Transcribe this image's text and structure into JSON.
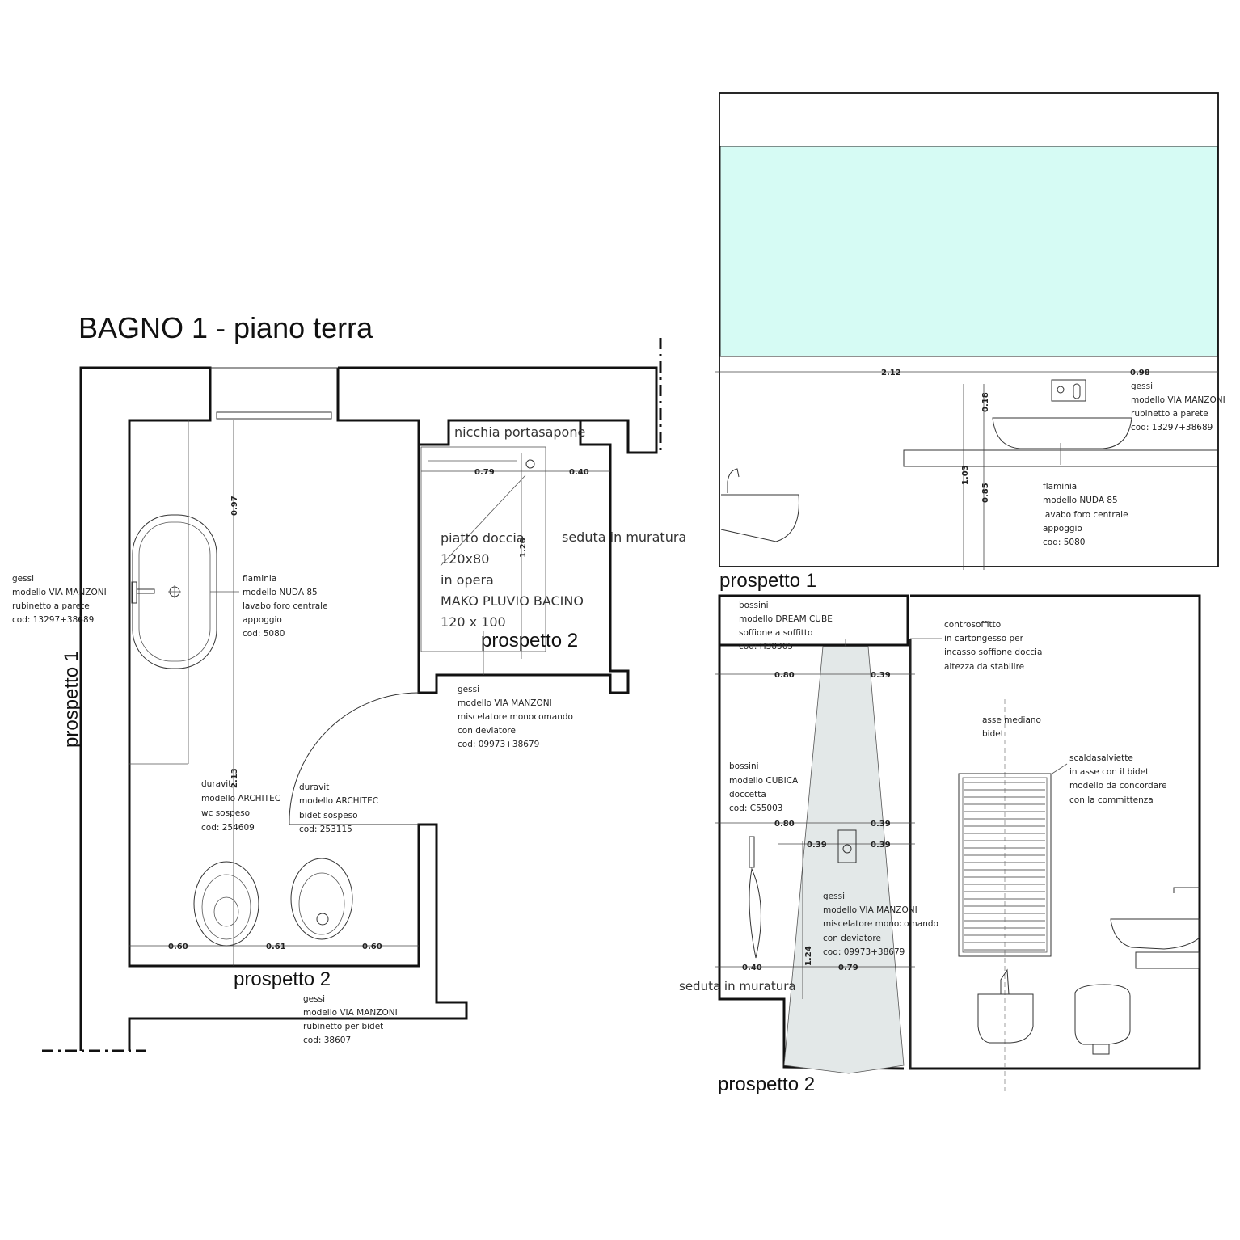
{
  "sheet": {
    "title": "BAGNO 1 - piano terra"
  },
  "plan": {
    "labels": {
      "prospetto1": "prospetto 1",
      "prospetto2_shower": "prospetto 2",
      "prospetto2_bottom": "prospetto 2",
      "nicchia": "nicchia portasapone",
      "seduta": "seduta in muratura"
    },
    "shower_tray": [
      "piatto doccia",
      "120x80",
      "in opera",
      "MAKO PLUVIO BACINO",
      "120 x 100"
    ],
    "notes": {
      "faucet_wall": [
        "gessi",
        "modello VIA MANZONI",
        "rubinetto a parete",
        "cod: 13297+38689"
      ],
      "basin": [
        "flaminia",
        "modello NUDA 85",
        "lavabo foro centrale",
        "appoggio",
        "cod: 5080"
      ],
      "shower_mixer": [
        "gessi",
        "modello VIA MANZONI",
        "miscelatore monocomando",
        "con deviatore",
        "cod: 09973+38679"
      ],
      "wc": [
        "duravit",
        "modello ARCHITEC",
        "wc sospeso",
        "cod: 254609"
      ],
      "bidet": [
        "duravit",
        "modello ARCHITEC",
        "bidet sospeso",
        "cod: 253115"
      ],
      "bidet_faucet": [
        "gessi",
        "modello VIA MANZONI",
        "rubinetto per bidet",
        "cod: 38607"
      ]
    },
    "dimensions": {
      "d097": "0.97",
      "d213": "2.13",
      "d079": "0.79",
      "d040": "0.40",
      "d120": "1.20",
      "d060a": "0.60",
      "d061": "0.61",
      "d060b": "0.60"
    }
  },
  "elevation1": {
    "label": "prospetto 1",
    "panel_color": "#d6fbf4",
    "dimensions": {
      "d212": "2.12",
      "d098": "0.98",
      "d018": "0.18",
      "d103": "1.03",
      "d085": "0.85"
    },
    "notes": {
      "faucet": [
        "gessi",
        "modello VIA MANZONI",
        "rubinetto a parete",
        "cod: 13297+38689"
      ],
      "basin": [
        "flaminia",
        "modello NUDA 85",
        "lavabo foro centrale",
        "appoggio",
        "cod: 5080"
      ]
    }
  },
  "elevation2": {
    "label": "prospetto 2",
    "seduta": "seduta in muratura",
    "cone_color": "#e3e8e8",
    "dimensions": {
      "d080a": "0.80",
      "d039a": "0.39",
      "d080b": "0.80",
      "d039b": "0.39",
      "d039c": "0.39",
      "d039d": "0.39",
      "d124": "1.24",
      "d040": "0.40",
      "d079": "0.79"
    },
    "notes": {
      "ceiling_shower": [
        "bossini",
        "modello DREAM CUBE",
        "soffione a soffitto",
        "cod: H38365"
      ],
      "false_ceiling": [
        "controsoffitto",
        "in cartongesso per",
        "incasso soffione doccia",
        "altezza da stabilire"
      ],
      "bidet_axis": [
        "asse mediano",
        "bidet"
      ],
      "towel_warmer": [
        "scaldasalviette",
        "in asse con il bidet",
        "modello da concordare",
        "con la committenza"
      ],
      "hand_shower": [
        "bossini",
        "modello CUBICA",
        "doccetta",
        "cod: C55003"
      ],
      "mixer": [
        "gessi",
        "modello VIA MANZONI",
        "miscelatore monocomando",
        "con deviatore",
        "cod: 09973+38679"
      ]
    }
  }
}
